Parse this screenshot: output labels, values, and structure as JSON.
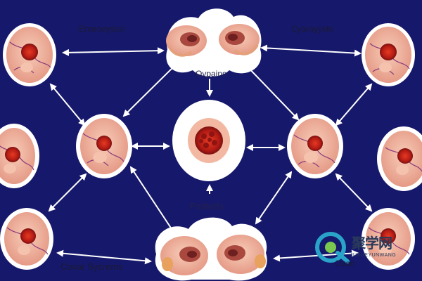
{
  "labels": {
    "top_left": "Enoroeystsn",
    "top_right": "Cyarayyste",
    "top_center": "Ovpains",
    "center_bottom": "Patiterts",
    "bottom_left": "Covar Sycrems",
    "bottom_right": "Ovan"
  },
  "watermark": {
    "glyphs": "聚学网",
    "subtext": "JUXUEYUNWANG"
  },
  "colors": {
    "background": "#16186b",
    "node_fill": "#ffffff",
    "tissue": "#f0b5a0",
    "lesion": "#cc2a1c",
    "vessel": "#8a3a7a",
    "arrow": "#ffffff",
    "watermark_accent": "#2aa3c9"
  }
}
